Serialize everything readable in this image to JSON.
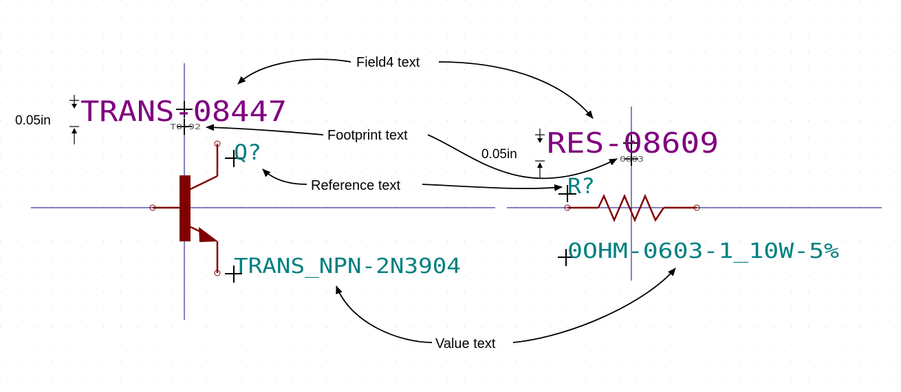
{
  "colors": {
    "field": "#800080",
    "ref_value": "#008080",
    "symbol": "#800000",
    "axis": "#00007F",
    "footprint": "#555555",
    "arrow": "#000000",
    "grid": "#cfcfcf"
  },
  "transistor": {
    "field4": "TRANS-08447",
    "footprint": "TO-92",
    "reference": "Q?",
    "value": "TRANS_NPN-2N3904"
  },
  "resistor": {
    "field4": "RES-08609",
    "footprint": "0603",
    "reference": "R?",
    "value": "0OHM-0603-1_10W-5%"
  },
  "annotations": {
    "field4": "Field4 text",
    "footprint": "Footprint text",
    "reference": "Reference text",
    "value": "Value text",
    "dim_left": "0.05in",
    "dim_right": "0.05in"
  }
}
